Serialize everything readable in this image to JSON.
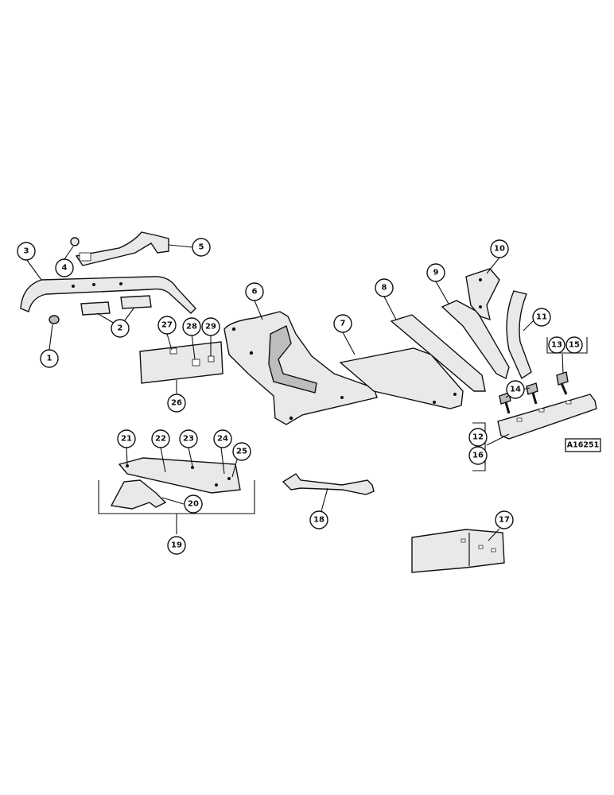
{
  "drawing_ref": "A16251",
  "callouts": [
    "1",
    "2",
    "3",
    "4",
    "5",
    "6",
    "7",
    "8",
    "9",
    "10",
    "11",
    "12",
    "13",
    "14",
    "15",
    "16",
    "17",
    "18",
    "19",
    "20",
    "21",
    "22",
    "23",
    "24",
    "25",
    "26",
    "27",
    "28",
    "29"
  ]
}
